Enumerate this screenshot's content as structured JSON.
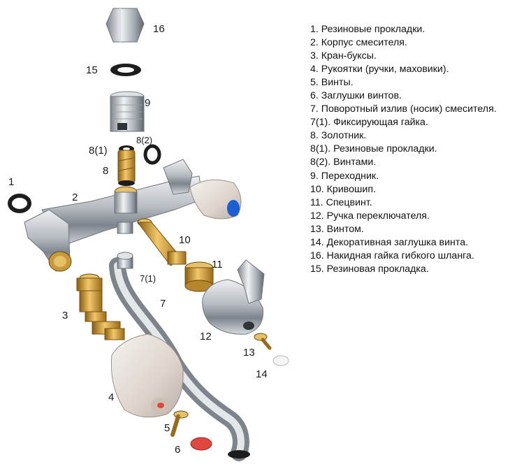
{
  "callouts": {
    "c1": "1",
    "c2": "2",
    "c3": "3",
    "c4": "4",
    "c5": "5",
    "c6": "6",
    "c7": "7",
    "c7_1": "7(1)",
    "c8": "8",
    "c8_1": "8(1)",
    "c8_2": "8(2)",
    "c9": "9",
    "c10": "10",
    "c11": "11",
    "c12": "12",
    "c13": "13",
    "c14": "14",
    "c15": "15",
    "c16": "16"
  },
  "legend": [
    "1. Резиновые прокладки.",
    "2. Корпус смесителя.",
    "3. Кран-буксы.",
    "4. Рукоятки (ручки, маховики).",
    "5. Винты.",
    "6. Заглушки винтов.",
    "7. Поворотный излив (носик) смесителя.",
    "7(1). Фиксирующая гайка.",
    "8. Золотник.",
    "8(1). Резиновые прокладки.",
    "8(2). Винтами.",
    "9. Переходник.",
    "10. Кривошип.",
    "11. Спецвинт.",
    "12. Ручка переключателя.",
    "13. Винтом.",
    "14. Декоративная заглушка винта.",
    "16. Накидная гайка гибкого шланга.",
    "15. Резиновая прокладка."
  ],
  "colors": {
    "chrome": "#b9bec4",
    "brass": "#c99a3c",
    "rubber": "#1d1d1d",
    "blue_cap": "#1b5fd0",
    "red_cap": "#e0473f"
  }
}
